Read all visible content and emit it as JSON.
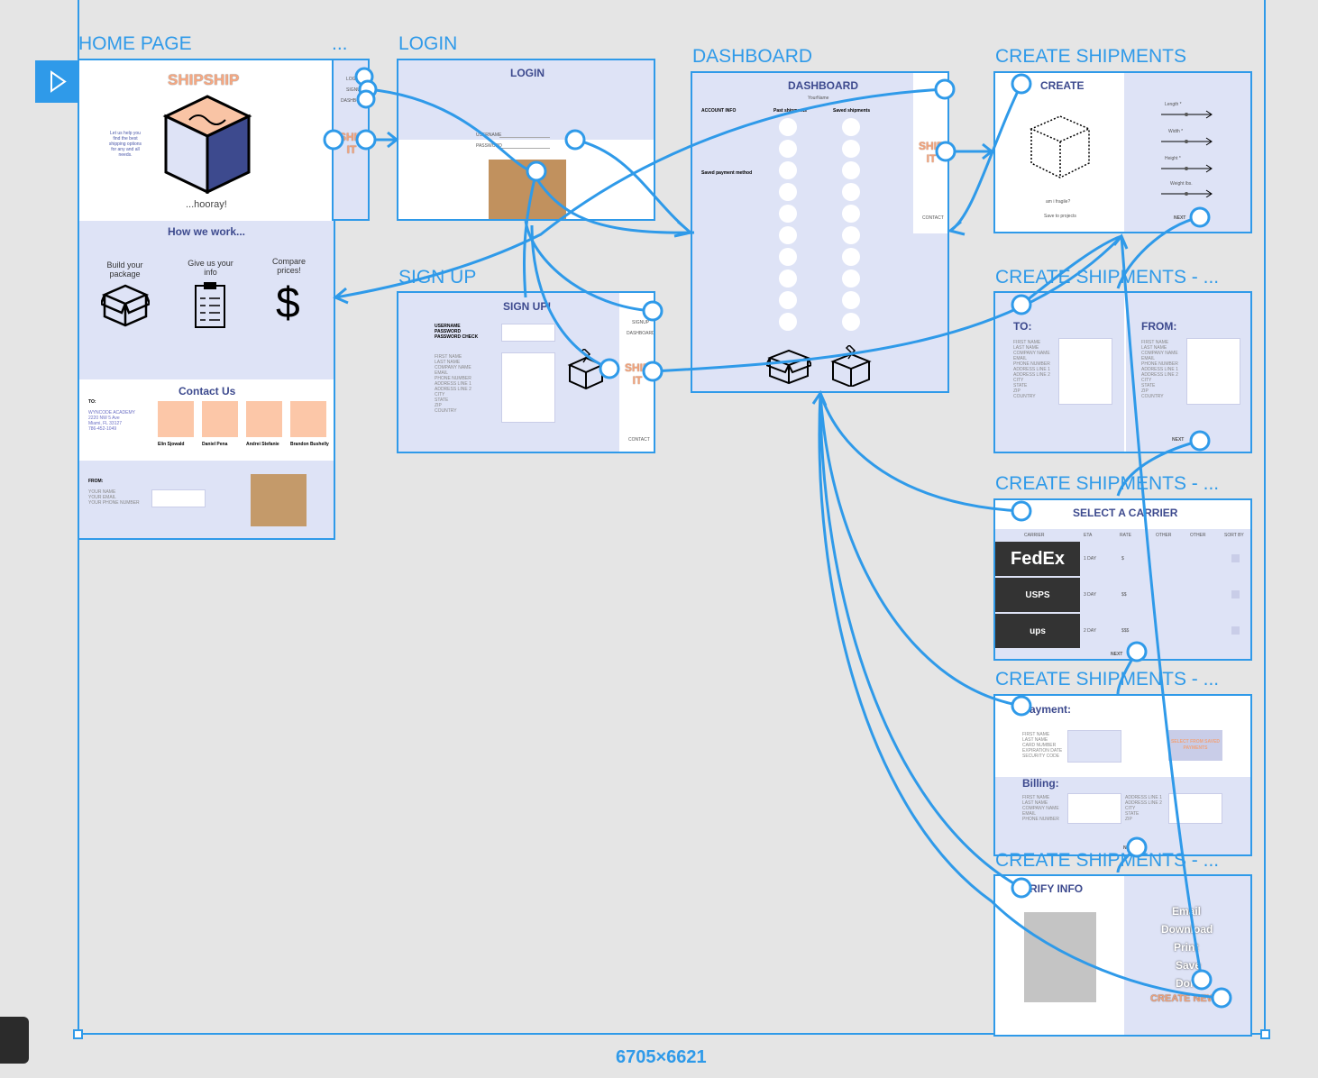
{
  "canvas": {
    "size_label": "6705×6621"
  },
  "frames": {
    "home": {
      "title": "HOME PAGE",
      "more": "...",
      "logo": "SHIPSHIP",
      "intro": "Let us help you find the best shipping options for any and all needs.",
      "hooray": "...hooray!",
      "how": "How we work...",
      "steps": [
        "Build your package",
        "Give us your info",
        "Compare prices!"
      ],
      "contact": "Contact Us",
      "to": "TO:",
      "address": [
        "WYNCODE ACADEMY",
        "2220 NW 5 Ave",
        "Miami, FL 33127",
        "786-452-1049"
      ],
      "team": [
        "Elin Sjowald",
        "Daniel Pena",
        "Andrei Stefanie",
        "Brandon Bushelly"
      ],
      "from": "FROM:",
      "from_fields": [
        "YOUR NAME",
        "YOUR EMAIL",
        "YOUR PHONE NUMBER"
      ],
      "nav": [
        "LOGIN",
        "SIGNUP",
        "DASHBOARD"
      ],
      "ship_it": "SHIP IT"
    },
    "login": {
      "title": "LOGIN",
      "heading": "LOGIN",
      "username": "USERNAME",
      "password": "PASSWORD"
    },
    "signup": {
      "title": "SIGN UP",
      "heading": "SIGN UP!",
      "labels_bold": [
        "USERNAME",
        "PASSWORD",
        "PASSWORD CHECK"
      ],
      "labels": [
        "FIRST NAME",
        "LAST NAME",
        "COMPANY NAME",
        "EMAIL",
        "PHONE NUMBER",
        "ADDRESS LINE 1",
        "ADDRESS LINE 2",
        "CITY",
        "STATE",
        "ZIP",
        "COUNTRY"
      ],
      "nav": [
        "SIGNUP",
        "DASHBOARD",
        "CONTACT"
      ],
      "ship_it": "SHIP IT"
    },
    "dashboard": {
      "title": "DASHBOARD",
      "heading": "DASHBOARD",
      "user": "YourName",
      "account": "ACCOUNT INFO",
      "past": "Past shipments",
      "saved": "Saved shipments",
      "payment": "Saved payment method",
      "contact": "CONTACT",
      "ship_it": "SHIP IT"
    },
    "create": {
      "title": "CREATE SHIPMENTS",
      "heading": "CREATE",
      "dims": [
        "Length *",
        "Width *",
        "Height *",
        "Weight lbs."
      ],
      "fragile": "am i fragile?",
      "save": "Save to projects",
      "next": "NEXT"
    },
    "create2": {
      "title": "CREATE SHIPMENTS - ...",
      "to": "TO:",
      "from": "FROM:",
      "fields": [
        "FIRST NAME",
        "LAST NAME",
        "COMPANY NAME",
        "EMAIL",
        "PHONE NUMBER",
        "ADDRESS LINE 1",
        "ADDRESS LINE 2",
        "CITY",
        "STATE",
        "ZIP",
        "COUNTRY"
      ],
      "next": "NEXT"
    },
    "create3": {
      "title": "CREATE SHIPMENTS - ...",
      "heading": "SELECT A CARRIER",
      "columns": [
        "CARRIER",
        "ETA",
        "RATE",
        "OTHER",
        "OTHER",
        "SORT BY"
      ],
      "rows": [
        {
          "carrier": "FedEx",
          "eta": "1 DAY",
          "rate": "$"
        },
        {
          "carrier": "USPS",
          "eta": "3 DAY",
          "rate": "$$"
        },
        {
          "carrier": "ups",
          "eta": "2 DAY",
          "rate": "$$$"
        }
      ],
      "next": "NEXT"
    },
    "create4": {
      "title": "CREATE SHIPMENTS - ...",
      "payment": "Payment:",
      "billing": "Billing:",
      "pay_fields": [
        "FIRST NAME",
        "LAST NAME",
        "CARD NUMBER",
        "EXPIRATION DATE",
        "SECURITY CODE"
      ],
      "bill_left": [
        "FIRST NAME",
        "LAST NAME",
        "COMPANY NAME",
        "EMAIL",
        "PHONE NUMBER"
      ],
      "bill_right": [
        "ADDRESS LINE 1",
        "ADDRESS LINE 2",
        "CITY",
        "STATE",
        "ZIP"
      ],
      "saved_btn": "SELECT FROM SAVED PAYMENTS",
      "next": "NEXT"
    },
    "create5": {
      "title": "CREATE SHIPMENTS - ...",
      "heading": "VERIFY INFO",
      "actions": [
        "Email",
        "Download",
        "Print",
        "Save",
        "Done"
      ],
      "create_new": "CREATE NEW"
    }
  },
  "colors": {
    "accent": "#2f9ae9",
    "lavender": "#dee3f6",
    "peach": "#fcc7a8",
    "navy": "#3d4a8e"
  }
}
